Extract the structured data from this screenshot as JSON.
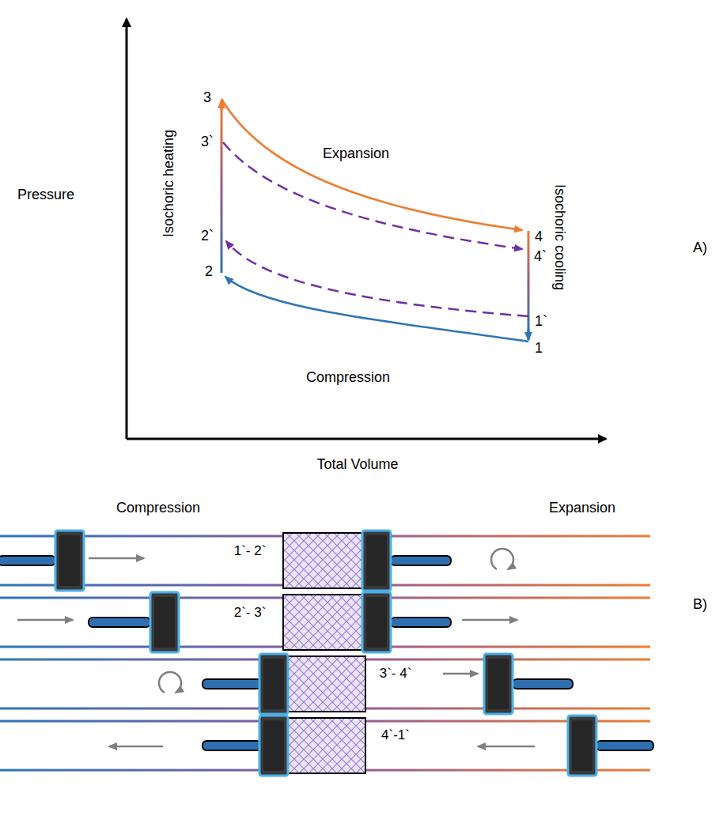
{
  "diagram": {
    "labels": [
      "Pressure",
      "Total Volume",
      "3",
      "3`",
      "2`",
      "2",
      "Isochoric heating",
      "Expansion",
      "4",
      "4`",
      "1`",
      "1",
      "Isochoric cooling",
      "Compression",
      "A)",
      "Compression",
      "Expansion",
      "1`- 2`",
      "2`- 3`",
      "3`- 4`",
      "4`-1`",
      "B)"
    ]
  }
}
